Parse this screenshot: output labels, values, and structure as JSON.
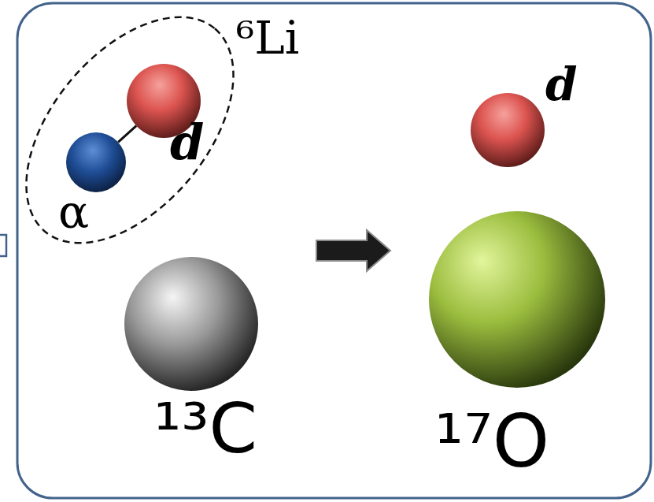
{
  "diagram": {
    "nodes": [
      {
        "text": [
          "⁶Li"
        ]
      },
      {
        "text": [
          "d"
        ],
        "in": 0
      },
      {
        "text": [
          "α"
        ],
        "in": 0
      },
      {
        "text": [
          "¹³C"
        ]
      },
      {
        "text": [
          "d"
        ]
      },
      {
        "text": [
          "¹⁷O"
        ]
      }
    ],
    "edges": [
      {
        "from": 2,
        "to": 1,
        "arrow": "none"
      }
    ]
  }
}
